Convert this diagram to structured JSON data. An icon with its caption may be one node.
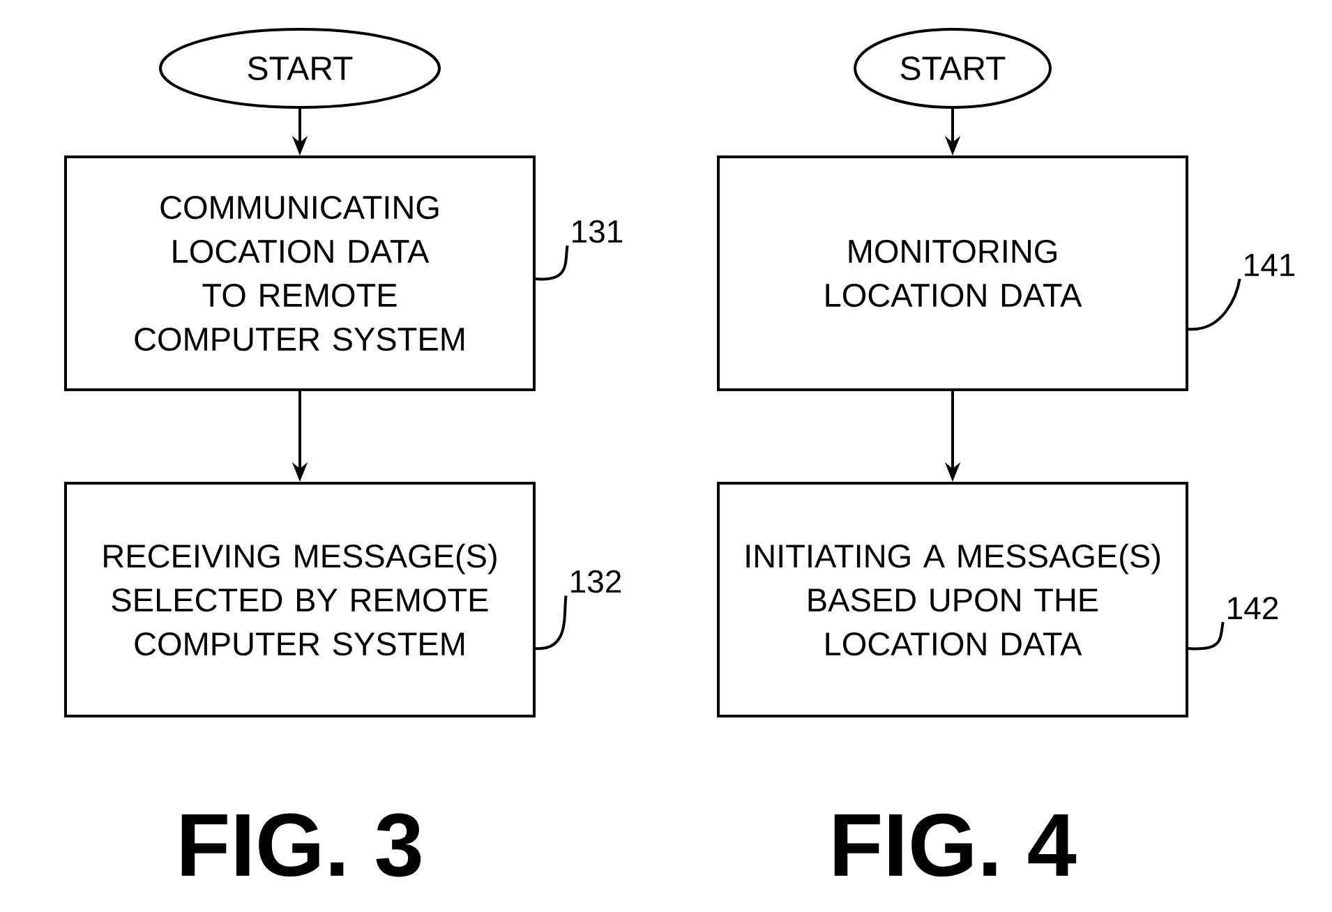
{
  "diagram": {
    "nodes": [
      {
        "text": [
          "START"
        ]
      },
      {
        "text": [
          "COMMUNICATING LOCATION DATA TO REMOTE COMPUTER SYSTEM"
        ]
      },
      {
        "text": [
          "RECEIVING MESSAGE(S) SELECTED BY REMOTE COMPUTER SYSTEM"
        ]
      },
      {
        "text": [
          "START"
        ]
      },
      {
        "text": [
          "MONITORING LOCATION DATA"
        ]
      },
      {
        "text": [
          "INITIATING A MESSAGE(S) BASED UPON THE LOCATION DATA"
        ]
      },
      {
        "text": [
          "131"
        ]
      },
      {
        "text": [
          "132"
        ]
      },
      {
        "text": [
          "141"
        ]
      },
      {
        "text": [
          "142"
        ]
      }
    ],
    "edges": [
      {
        "from": 0,
        "to": 1,
        "arrow": "to"
      },
      {
        "from": 1,
        "to": 2,
        "arrow": "to"
      },
      {
        "from": 3,
        "to": 4,
        "arrow": "to"
      },
      {
        "from": 4,
        "to": 5,
        "arrow": "to"
      },
      {
        "from": 6,
        "to": 1,
        "arrow": "none"
      },
      {
        "from": 7,
        "to": 2,
        "arrow": "none"
      },
      {
        "from": 8,
        "to": 4,
        "arrow": "none"
      },
      {
        "from": 9,
        "to": 5,
        "arrow": "none"
      }
    ],
    "labels": [
      "FIG. 3",
      "FIG. 4"
    ]
  }
}
